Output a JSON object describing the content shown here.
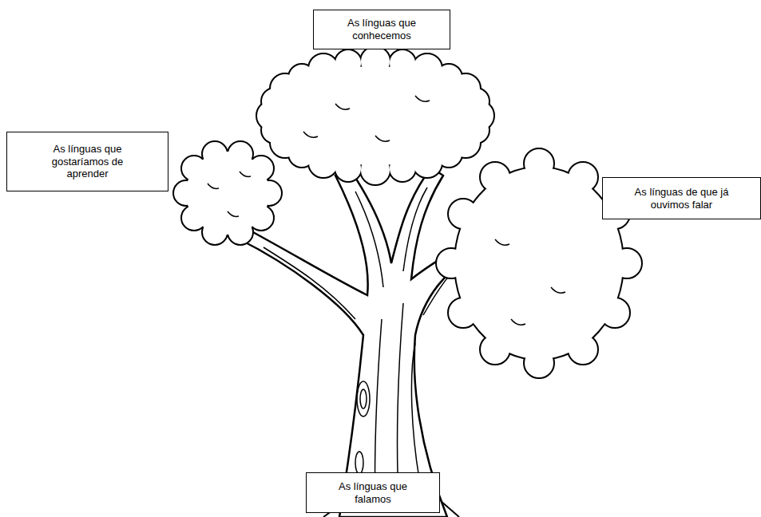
{
  "diagram": {
    "nodes": [
      {
        "text": [
          "As línguas que conhecemos"
        ]
      },
      {
        "text": [
          "As línguas que gostaríamos de aprender"
        ]
      },
      {
        "text": [
          "As línguas de que já ouvimos falar"
        ]
      },
      {
        "text": [
          "As línguas que falamos"
        ]
      }
    ]
  }
}
